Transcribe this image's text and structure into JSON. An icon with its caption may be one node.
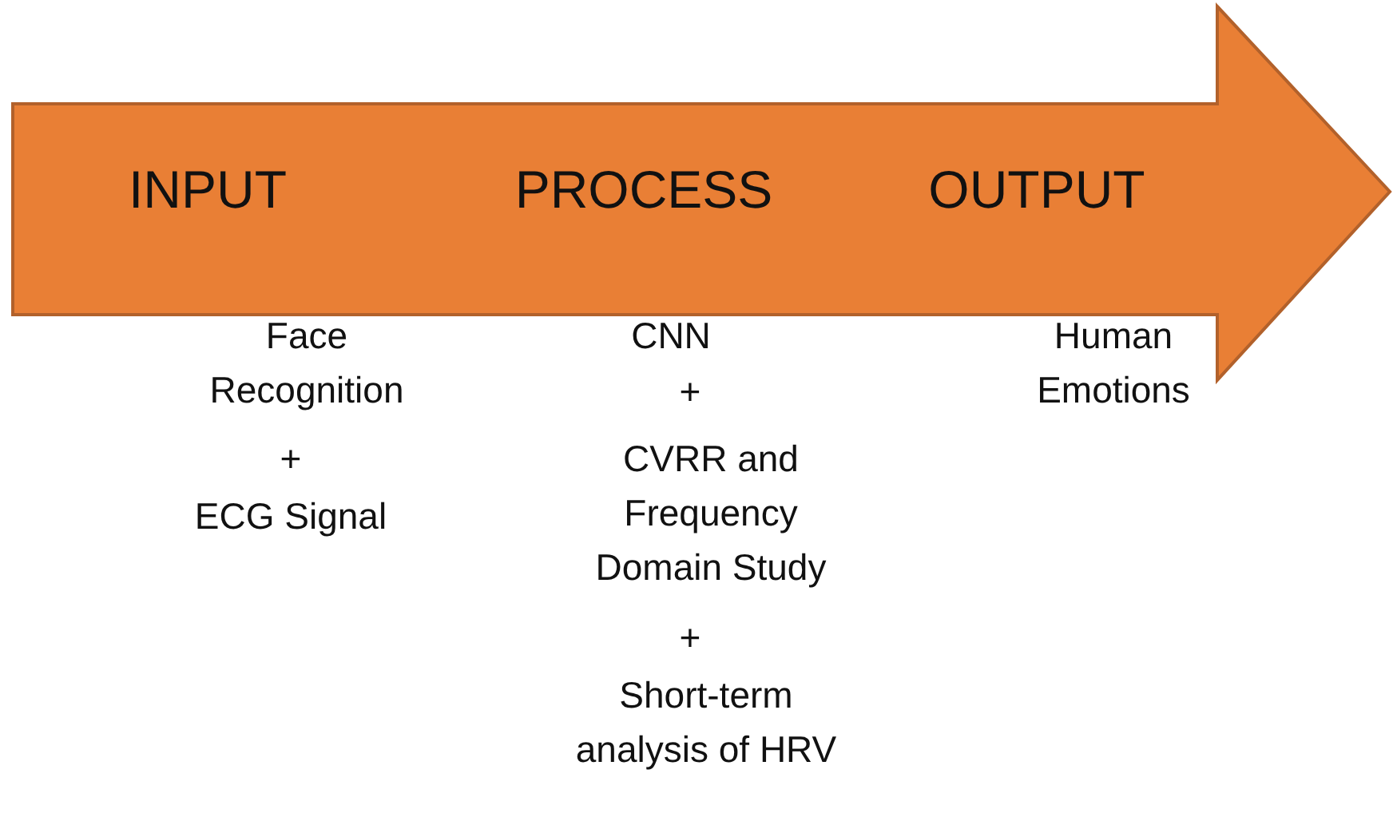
{
  "diagram": {
    "nodes": [
      {
        "text": [
          "INPUT",
          "PROCESS",
          "OUTPUT"
        ]
      }
    ],
    "labels": [
      "Face Recognition",
      "+",
      "ECG Signal",
      "CNN",
      "+",
      "CVRR and Frequency Domain Study",
      "+",
      "Short-term analysis of HRV",
      "Human Emotions"
    ]
  }
}
